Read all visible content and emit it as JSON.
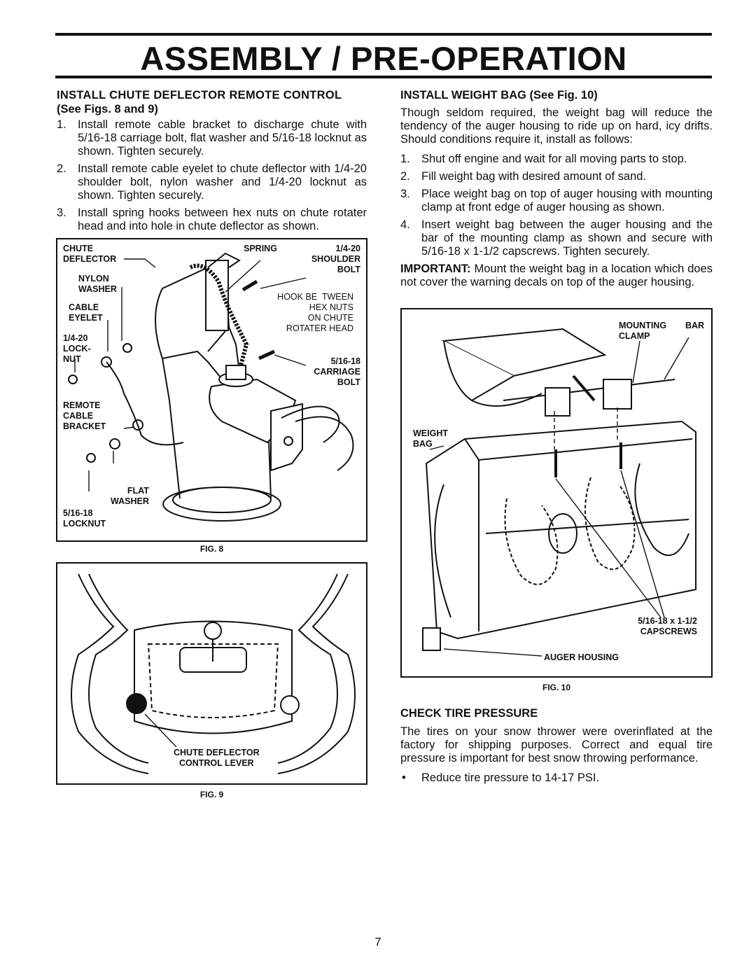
{
  "header": {
    "title": "ASSEMBLY / PRE-OPERATION"
  },
  "chute_section": {
    "heading_line1": "INSTALL CHUTE DEFLECTOR REMOTE CONTROL",
    "heading_line2": "(See Figs. 8 and 9)",
    "steps": [
      {
        "num": "1.",
        "text": "Install remote cable bracket to discharge chute with 5/16-18 carriage bolt, flat washer and 5/16-18 locknut as shown. Tighten securely."
      },
      {
        "num": "2.",
        "text": "Install remote cable eyelet to chute deflector with 1/4-20 shoulder bolt, nylon washer and 1/4-20 locknut as shown. Tighten securely."
      },
      {
        "num": "3.",
        "text": "Install spring hooks between hex nuts on chute rotater head and into hole in chute deflector as shown."
      }
    ]
  },
  "fig8": {
    "caption": "FIG. 8",
    "labels": {
      "chute_deflector": "CHUTE\nDEFLECTOR",
      "nylon_washer": "NYLON\nWASHER",
      "cable_eyelet": "CABLE\nEYELET",
      "lock_nut": "1/4-20\nLOCK-\nNUT",
      "remote_cable_bracket": "REMOTE\nCABLE\nBRACKET",
      "flat_washer": "FLAT\nWASHER",
      "locknut": "5/16-18\nLOCKNUT",
      "spring": "SPRING",
      "shoulder_bolt": "1/4-20\nSHOULDER\nBOLT",
      "hook_between": "HOOK BE  TWEEN\nHEX NUTS\nON CHUTE\nROTATER HEAD",
      "carriage_bolt": "5/16-18\nCARRIAGE\nBOLT"
    }
  },
  "fig9": {
    "caption": "FIG. 9",
    "labels": {
      "control_lever": "CHUTE DEFLECTOR\nCONTROL LEVER"
    }
  },
  "weight_section": {
    "heading": "INSTALL WEIGHT BAG (See Fig. 10)",
    "intro": "Though seldom required, the weight bag will reduce the tendency of the auger housing to ride up on hard, icy drifts. Should conditions require it, install as follows:",
    "steps": [
      {
        "num": "1.",
        "text": "Shut off engine and wait for all moving parts to stop."
      },
      {
        "num": "2.",
        "text": "Fill weight bag with desired amount of sand."
      },
      {
        "num": "3.",
        "text": "Place weight bag on top of auger housing with mounting clamp at front edge of auger housing as shown."
      },
      {
        "num": "4.",
        "text": "Insert weight bag between the auger housing and the bar of the mounting clamp as shown and secure with 5/16-18 x 1-1/2 capscrews. Tighten securely."
      }
    ],
    "important_label": "IMPORTANT:",
    "important_text": " Mount the weight bag in a location which does not cover the warning decals on top of the auger housing."
  },
  "fig10": {
    "caption": "FIG. 10",
    "labels": {
      "mounting_clamp": "MOUNTING\nCLAMP",
      "bar": "BAR",
      "weight_bag": "WEIGHT\nBAG",
      "capscrews": "5/16-18 x 1-1/2\nCAPSCREWS",
      "auger_housing": "AUGER HOUSING"
    }
  },
  "tire_section": {
    "heading": "CHECK TIRE PRESSURE",
    "text": "The tires on your snow thrower were overinflated at the factory for shipping purposes. Correct and equal tire pressure is important for best snow throwing performance.",
    "bullet": "•",
    "bullet_text": "Reduce tire pressure to 14-17 PSI."
  },
  "footer": {
    "page_number": "7"
  }
}
